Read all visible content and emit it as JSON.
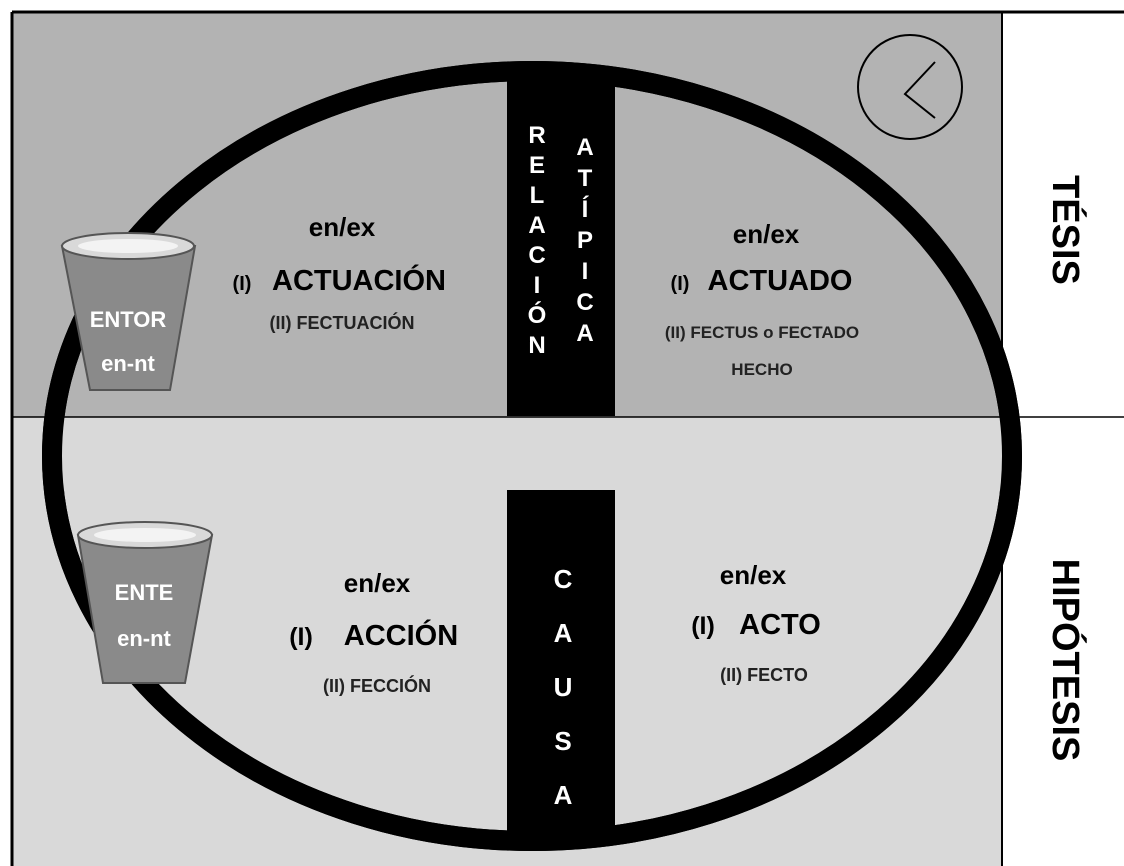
{
  "diagram": {
    "side_labels": {
      "top": "TÉSIS",
      "bottom": "HIPÓTESIS"
    },
    "top_left": {
      "prefix": "en/ex",
      "line1_num": "(I)",
      "line1_word": "ACTUACIÓN",
      "line2": "(II) FECTUACIÓN"
    },
    "top_right": {
      "prefix": "en/ex",
      "line1_num": "(I)",
      "line1_word": "ACTUADO",
      "line2": "(II) FECTUS o FECTADO",
      "line3": "HECHO"
    },
    "bottom_left": {
      "prefix": "en/ex",
      "line1_num": "(I)",
      "line1_word": "ACCIÓN",
      "line2": "(II) FECCIÓN"
    },
    "bottom_right": {
      "prefix": "en/ex",
      "line1_num": "(I)",
      "line1_word": "ACTO",
      "line2": "(II) FECTO"
    },
    "bar_top_col1": [
      "R",
      "E",
      "L",
      "A",
      "C",
      "I",
      "Ó",
      "N"
    ],
    "bar_top_col2": [
      "A",
      "T",
      "Í",
      "P",
      "I",
      "C",
      "A"
    ],
    "bar_bottom": [
      "C",
      "A",
      "U",
      "S",
      "A"
    ],
    "cup_top": {
      "line1": "ENTOR",
      "line2": "en-nt"
    },
    "cup_bottom": {
      "line1": "ENTE",
      "line2": "en-nt"
    },
    "colors": {
      "top_band": "#b3b3b3",
      "bottom_band": "#d9d9d9",
      "bar": "#000000",
      "cup": "#8a8a8a"
    }
  }
}
